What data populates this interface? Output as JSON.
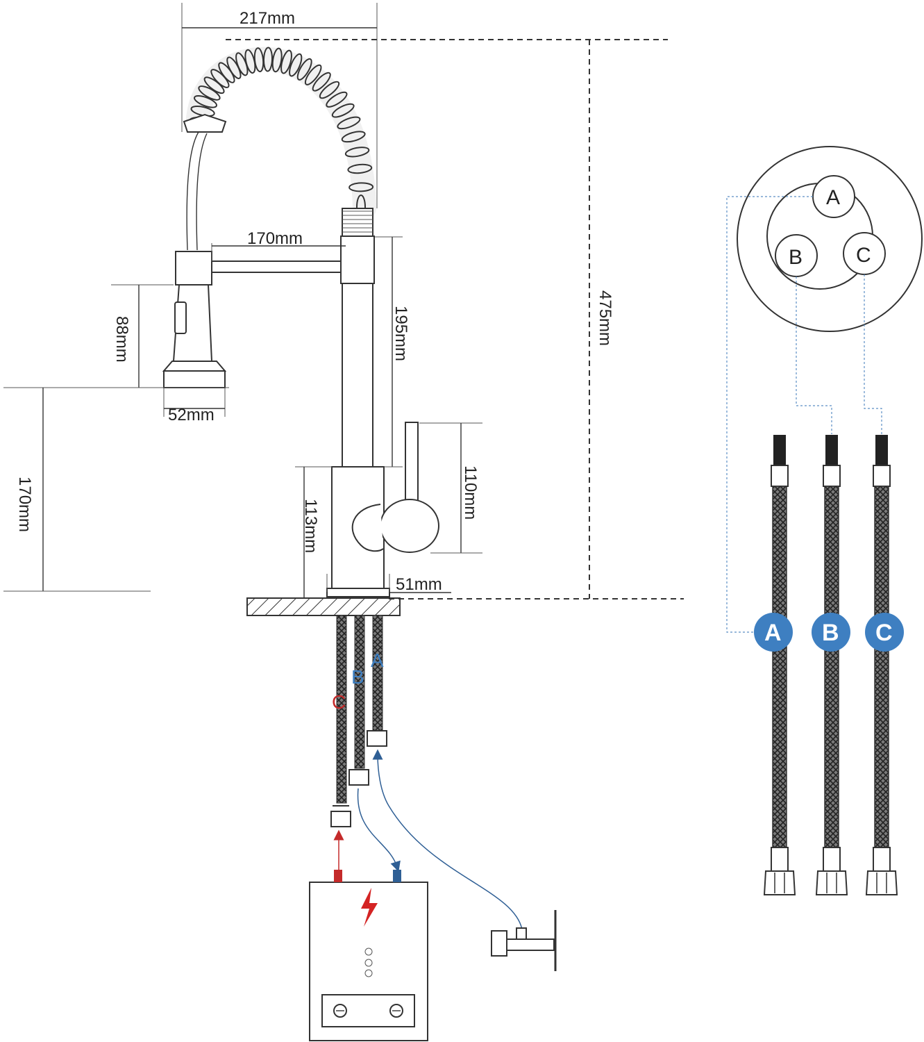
{
  "dimensions": {
    "spout_reach_total": "217mm",
    "spout_reach": "170mm",
    "total_height": "475mm",
    "spout_height": "195mm",
    "sprayer_length": "88mm",
    "sprayer_diameter": "52mm",
    "spout_clearance": "170mm",
    "handle_height": "110mm",
    "base_height": "113mm",
    "base_diameter": "51mm"
  },
  "base_ports": [
    "A",
    "B",
    "C"
  ],
  "hoses": [
    {
      "label": "A",
      "color": "#3e7fc1"
    },
    {
      "label": "B",
      "color": "#3e7fc1"
    },
    {
      "label": "C",
      "color": "#3e7fc1"
    }
  ],
  "installation_labels": {
    "hot": {
      "label": "C",
      "color": "#c42a2a"
    },
    "cold": {
      "label": "B",
      "color": "#3e7fc1"
    },
    "spray": {
      "label": "A",
      "color": "#3e7fc1"
    }
  },
  "icons": [
    "lightning-icon",
    "water-heater",
    "angle-valve"
  ]
}
